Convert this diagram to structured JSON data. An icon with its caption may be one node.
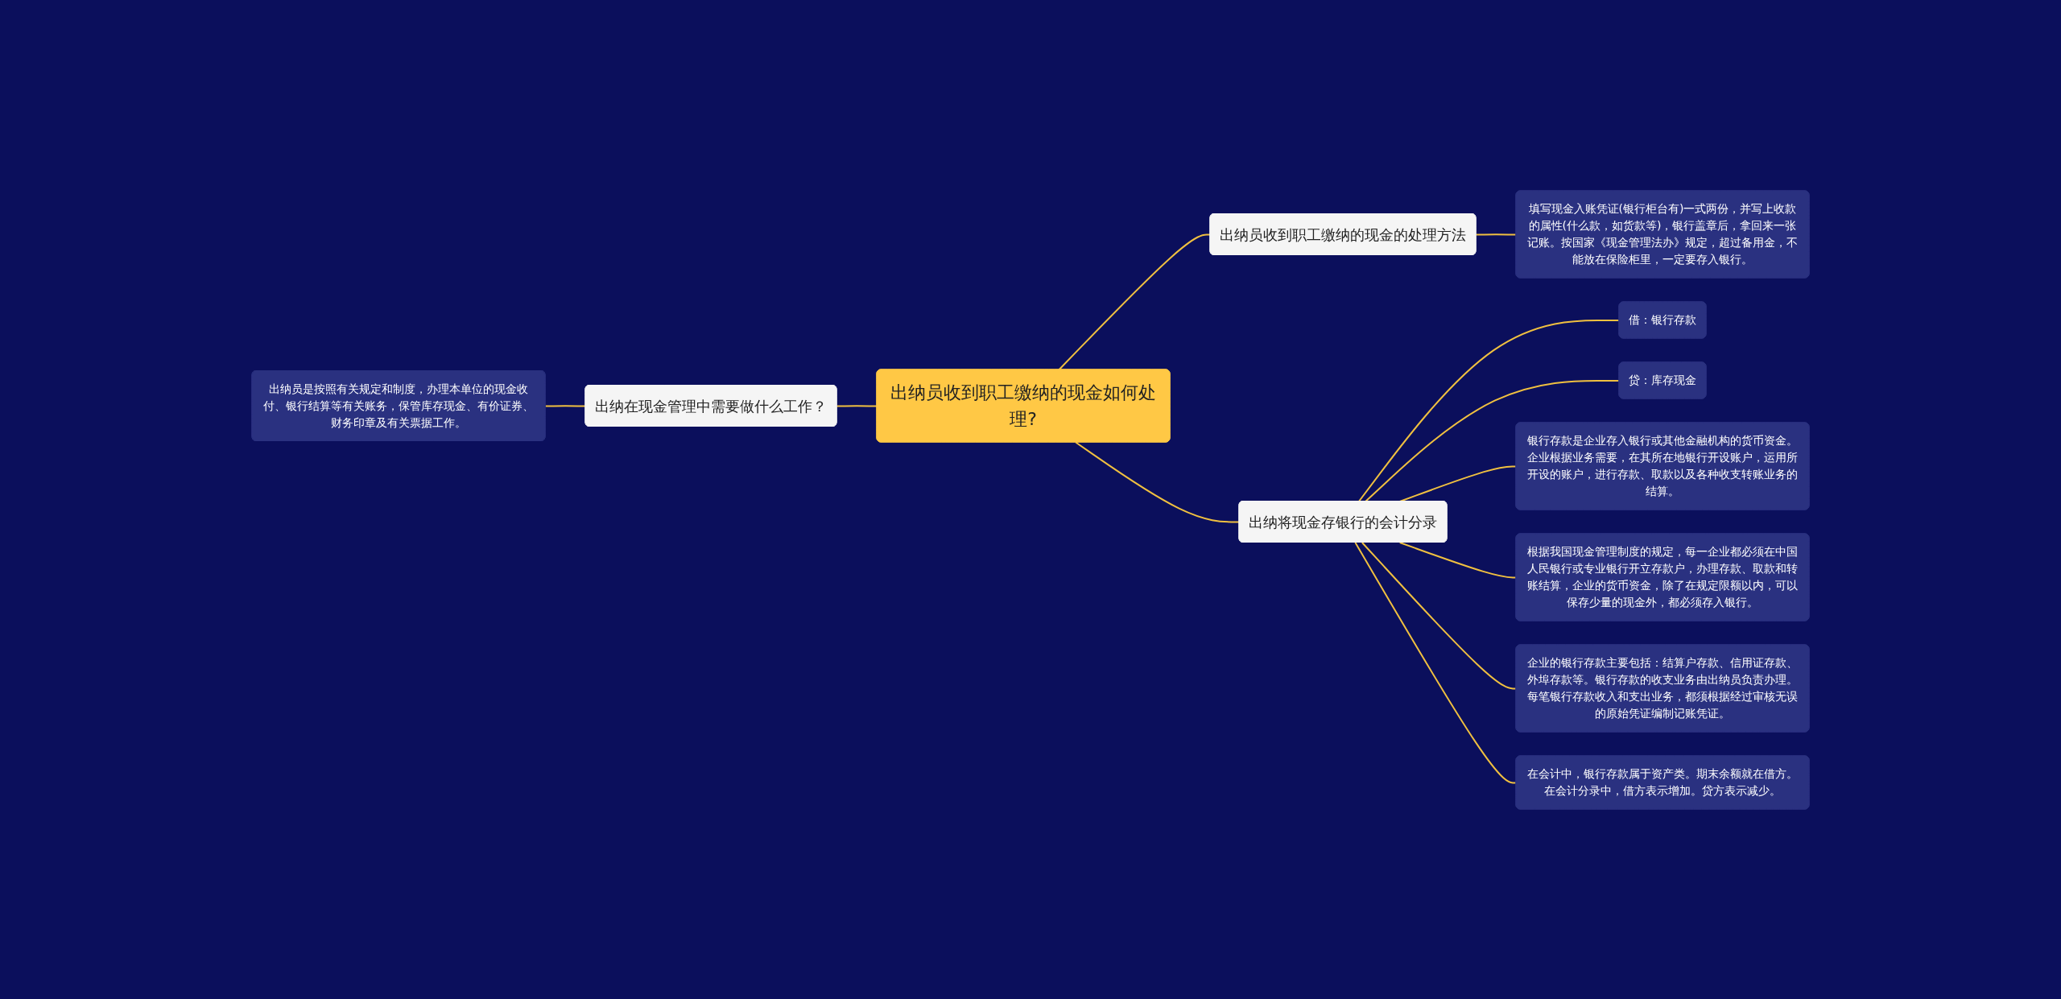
{
  "diagram": {
    "nodes": [
      {
        "text": [
          "出纳员是按照有关规定和制度，办理本单位的现金收付、银行结算等有关账务，保管库存现金、有价证券、财务印章及有关票据工作。"
        ]
      },
      {
        "text": [
          "出纳在现金管理中需要做什么工作？"
        ]
      },
      {
        "text": [
          "出纳员收到职工缴纳的现金如何处理?"
        ]
      },
      {
        "text": [
          "出纳员收到职工缴纳的现金的处理方法"
        ]
      },
      {
        "text": [
          "填写现金入账凭证(银行柜台有)一式两份，并写上收款的属性(什么款，如货款等)，银行盖章后，拿回来一张记账。按国家《现金管理法办》规定，超过备用金，不能放在保险柜里，一定要存入银行。"
        ]
      },
      {
        "text": [
          "出纳将现金存银行的会计分录"
        ]
      },
      {
        "text": [
          "借：银行存款"
        ]
      },
      {
        "text": [
          "贷：库存现金"
        ]
      },
      {
        "text": [
          "银行存款是企业存入银行或其他金融机构的货币资金。企业根据业务需要，在其所在地银行开设账户，运用所开设的账户，进行存款、取款以及各种收支转账业务的结算。"
        ]
      },
      {
        "text": [
          "根据我国现金管理制度的规定，每一企业都必须在中国人民银行或专业银行开立存款户，办理存款、取款和转账结算，企业的货币资金，除了在规定限额以内，可以保存少量的现金外，都必须存入银行。"
        ]
      },
      {
        "text": [
          "企业的银行存款主要包括：结算户存款、信用证存款、外埠存款等。银行存款的收支业务由出纳员负责办理。每笔银行存款收入和支出业务，都须根据经过审核无误的原始凭证编制记账凭证。"
        ]
      },
      {
        "text": [
          "在会计中，银行存款属于资产类。期末余额就在借方。在会计分录中，借方表示增加。贷方表示减少。"
        ]
      }
    ],
    "edges": [
      {
        "from": 0,
        "to": 1,
        "arrow": "none"
      },
      {
        "from": 1,
        "to": 2,
        "arrow": "none"
      },
      {
        "from": 2,
        "to": 3,
        "arrow": "none"
      },
      {
        "from": 3,
        "to": 4,
        "arrow": "none"
      },
      {
        "from": 2,
        "to": 5,
        "arrow": "none"
      },
      {
        "from": 5,
        "to": 6,
        "arrow": "none"
      },
      {
        "from": 5,
        "to": 7,
        "arrow": "none"
      },
      {
        "from": 5,
        "to": 8,
        "arrow": "none"
      },
      {
        "from": 5,
        "to": 9,
        "arrow": "none"
      },
      {
        "from": 5,
        "to": 10,
        "arrow": "none"
      },
      {
        "from": 5,
        "to": 11,
        "arrow": "none"
      }
    ]
  }
}
